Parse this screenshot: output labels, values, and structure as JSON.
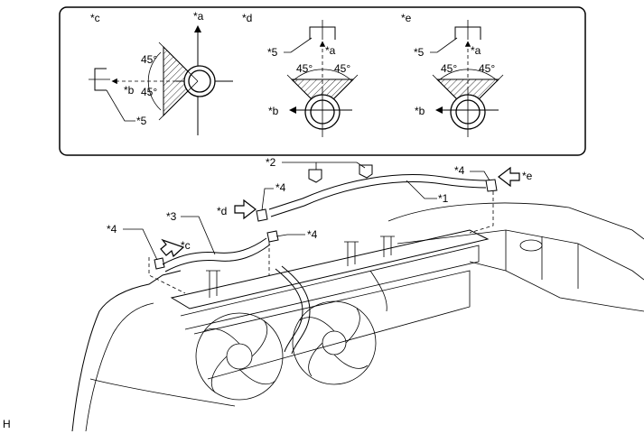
{
  "inset": {
    "views": [
      {
        "id": "c",
        "label": "*c",
        "axis_a": "*a",
        "axis_b": "*b",
        "angle_upper": "45°",
        "angle_lower": "45°",
        "ref": "*5"
      },
      {
        "id": "d",
        "label": "*d",
        "axis_a": "*a",
        "axis_b": "*b",
        "angle_left": "45°",
        "angle_right": "45°",
        "ref": "*5"
      },
      {
        "id": "e",
        "label": "*e",
        "axis_a": "*a",
        "axis_b": "*b",
        "angle_left": "45°",
        "angle_right": "45°",
        "ref": "*5"
      }
    ]
  },
  "callouts": {
    "part1": "*1",
    "part2": "*2",
    "part3": "*3",
    "clip4_left": "*4",
    "clip4_d_upper": "*4",
    "clip4_d_lower": "*4",
    "clip4_right": "*4",
    "view_c": "*c",
    "view_d": "*d",
    "view_e": "*e"
  },
  "figure_code": "H"
}
